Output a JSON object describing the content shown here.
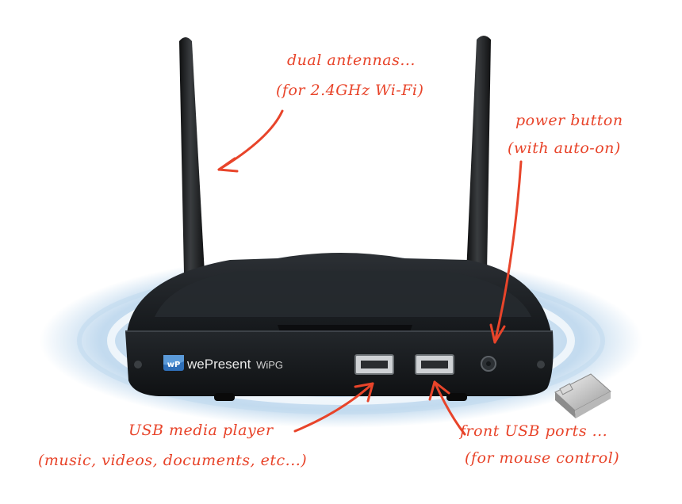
{
  "annotations": {
    "antennas_line1": "dual antennas...",
    "antennas_line2": "(for 2.4GHz Wi-Fi)",
    "power_line1": "power button",
    "power_line2": "(with auto-on)",
    "usb_media_line1": "USB media player",
    "usb_media_line2": "(music, videos, documents, etc...)",
    "front_usb_line1": "front USB ports ...",
    "front_usb_line2": "(for mouse control)"
  },
  "device": {
    "logo_mark": "wP",
    "brand_name": "wePresent",
    "model": "WiPG"
  },
  "colors": {
    "annotation": "#e8442a",
    "device_body": "#1d2024",
    "glow": "#a9cbe8"
  }
}
